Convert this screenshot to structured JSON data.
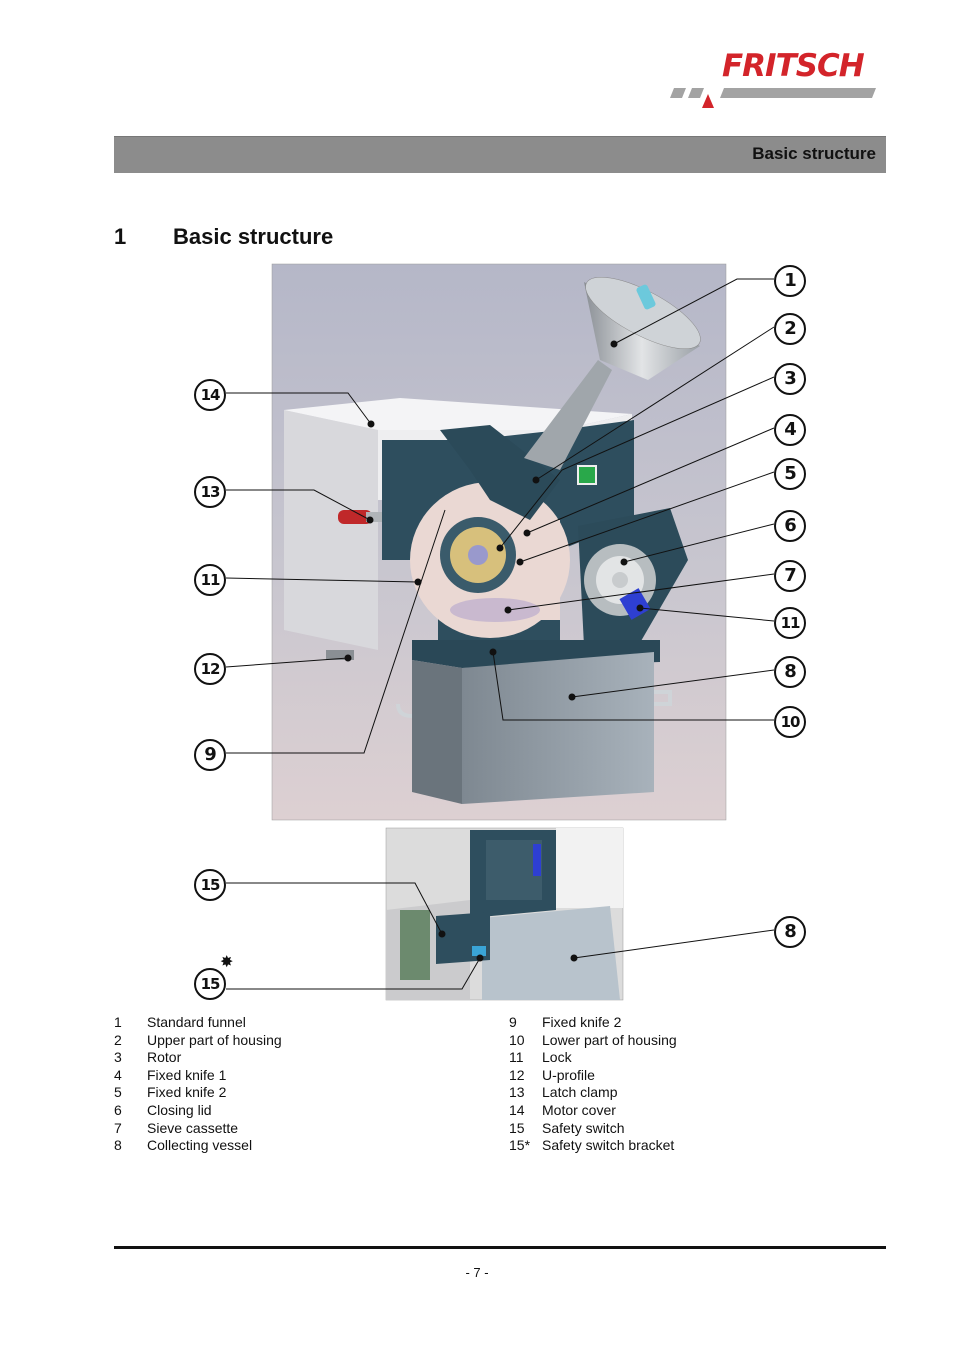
{
  "brand": {
    "name": "FRITSCH",
    "color": "#d3242a"
  },
  "header": {
    "section_title": "Basic structure"
  },
  "heading": {
    "number": "1",
    "title": "Basic structure"
  },
  "callouts": {
    "c1": "1",
    "c2": "2",
    "c3": "3",
    "c4": "4",
    "c5": "5",
    "c6": "6",
    "c7": "7",
    "c11r": "11",
    "c8": "8",
    "c10": "10",
    "c14": "14",
    "c13": "13",
    "c11l": "11",
    "c12": "12",
    "c9": "9",
    "c15": "15",
    "c15s": "15",
    "c8b": "8"
  },
  "legend": {
    "left": [
      {
        "num": "1",
        "label": "Standard funnel"
      },
      {
        "num": "2",
        "label": "Upper part of housing"
      },
      {
        "num": "3",
        "label": "Rotor"
      },
      {
        "num": "4",
        "label": "Fixed knife 1"
      },
      {
        "num": "5",
        "label": "Fixed knife 2"
      },
      {
        "num": "6",
        "label": "Closing lid"
      },
      {
        "num": "7",
        "label": "Sieve cassette"
      },
      {
        "num": "8",
        "label": "Collecting vessel"
      }
    ],
    "right": [
      {
        "num": "9",
        "label": "Fixed knife 2"
      },
      {
        "num": "10",
        "label": "Lower part of housing"
      },
      {
        "num": "11",
        "label": "Lock"
      },
      {
        "num": "12",
        "label": "U-profile"
      },
      {
        "num": "13",
        "label": "Latch clamp"
      },
      {
        "num": "14",
        "label": "Motor cover"
      },
      {
        "num": "15",
        "label": "Safety switch"
      },
      {
        "num": "15*",
        "label": "Safety switch bracket"
      }
    ]
  },
  "footer": {
    "page": "- 7 -"
  }
}
